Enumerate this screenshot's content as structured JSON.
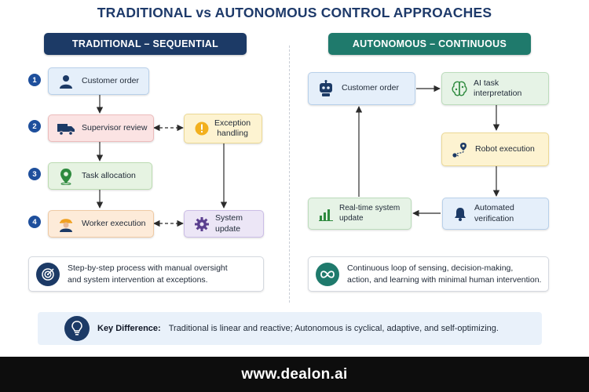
{
  "title": "TRADITIONAL vs AUTONOMOUS CONTROL APPROACHES",
  "left": {
    "heading": "TRADITIONAL – SEQUENTIAL",
    "steps": [
      {
        "num": "1",
        "label": "Customer order",
        "icon": "person-icon"
      },
      {
        "num": "2",
        "label": "Supervisor review",
        "icon": "truck-icon"
      },
      {
        "num": "3",
        "label": "Task allocation",
        "icon": "map-pin-icon"
      },
      {
        "num": "4",
        "label": "Worker execution",
        "icon": "worker-icon"
      }
    ],
    "exception": {
      "label_line1": "Exception",
      "label_line2": "handling",
      "icon": "warning-icon"
    },
    "system_update": {
      "label": "System update",
      "icon": "gear-icon"
    },
    "note": {
      "line1": "Step-by-step process with manual oversight",
      "line2": "and system intervention at exceptions.",
      "icon": "target-icon"
    }
  },
  "right": {
    "heading": "AUTONOMOUS – CONTINUOUS",
    "customer_order": {
      "label": "Customer order",
      "icon": "robot-icon"
    },
    "ai_task": {
      "label": "AI task interpretation",
      "icon": "brain-icon"
    },
    "robot_exec": {
      "label": "Robot execution",
      "icon": "route-icon"
    },
    "verification": {
      "label": "Automated verification",
      "icon": "bell-icon"
    },
    "realtime": {
      "label": "Real-time system update",
      "icon": "bar-chart-icon"
    },
    "note": {
      "line1": "Continuous loop of sensing, decision-making,",
      "line2": "action, and learning with minimal human intervention.",
      "icon": "infinity-icon"
    }
  },
  "key": {
    "label": "Key Difference:",
    "text": "Traditional is linear and reactive; Autonomous is cyclical, adaptive, and self-optimizing.",
    "icon": "lightbulb-icon"
  },
  "footer": "www.dealon.ai",
  "colors": {
    "navy": "#1c3a66",
    "teal": "#1f7a6c",
    "step_badge": "#1e4f9c"
  }
}
